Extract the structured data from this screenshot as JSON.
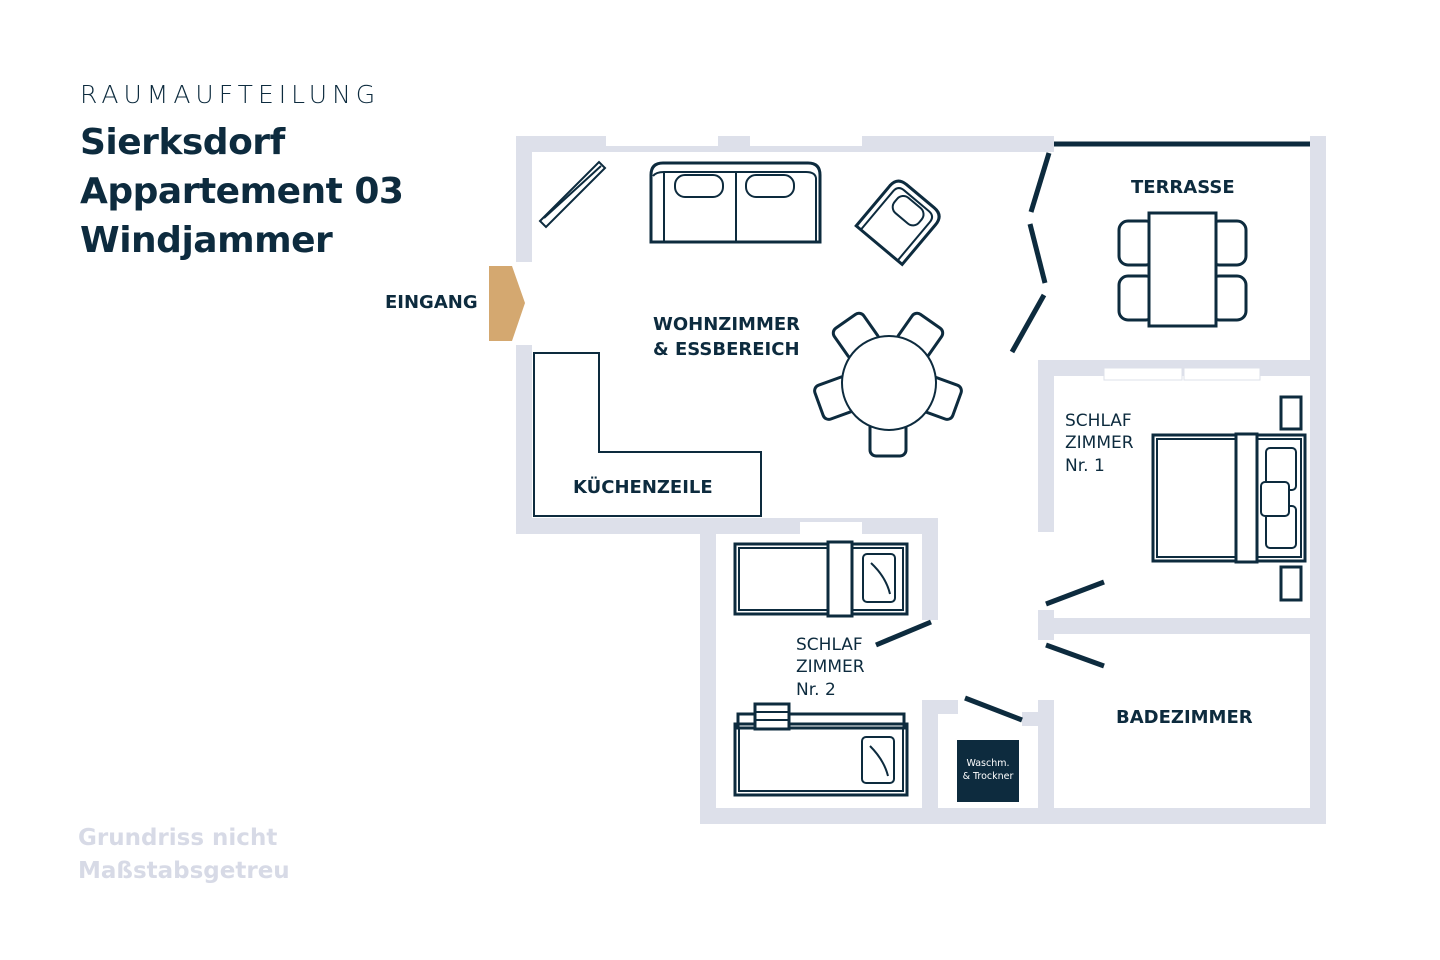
{
  "header": {
    "kicker": "RAUMAUFTEILUNG",
    "title_lines": [
      "Sierksdorf",
      "Appartement 03",
      "Windjammer"
    ]
  },
  "rooms": {
    "entrance": "EINGANG",
    "living_line1": "WOHNZIMMER",
    "living_line2": "& ESSBEREICH",
    "kitchen": "KÜCHENZEILE",
    "terrace": "TERRASSE",
    "bedroom1": [
      "SCHLAF",
      "ZIMMER",
      "Nr. 1"
    ],
    "bedroom2": [
      "SCHLAF",
      "ZIMMER",
      "Nr. 2"
    ],
    "bathroom": "BADEZIMMER",
    "laundry": [
      "Waschm.",
      "& Trockner"
    ]
  },
  "footnote": [
    "Grundriss nicht",
    "Maßstabsgetreu"
  ],
  "colors": {
    "ink": "#0d2b3e",
    "wall": "#dde0ea",
    "entrance": "#d4a870"
  }
}
